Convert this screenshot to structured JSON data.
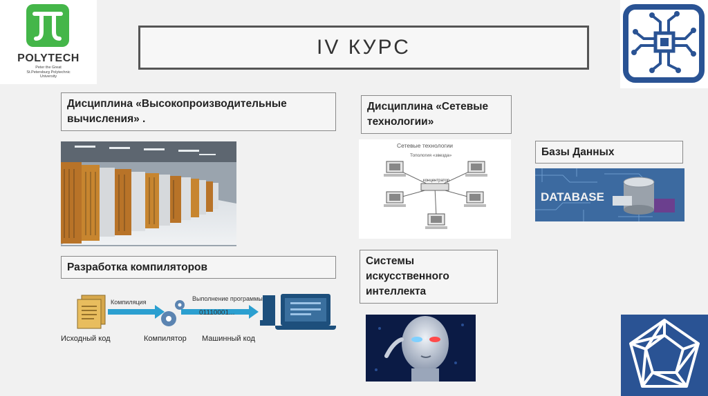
{
  "logo": {
    "name": "POLYTECH",
    "subtitle": "Peter the Great\nSt.Petersburg Polytechnic\nUniversity"
  },
  "title": "IV КУРС",
  "labels": {
    "hpc": "Дисциплина «Высокопроизводительные вычисления» .",
    "net": "Дисциплина «Сетевые технологии»",
    "db": "Базы Данных",
    "compilers": "Разработка компиляторов",
    "ai": "Системы искусственного интеллекта"
  },
  "network_image": {
    "title": "Сетевые технологии",
    "subtitle": "Топология «звезда»",
    "hub": "концентратор"
  },
  "database_image": {
    "text": "DATABASE"
  },
  "compiler_image": {
    "compile": "Компиляция",
    "run": "Выполнение программы",
    "bits": "01110001...",
    "source": "Исходный код",
    "compiler": "Компилятор",
    "machine": "Машинный код"
  },
  "colors": {
    "logo_green": "#44b649",
    "icon_blue": "#2a5394",
    "arrow_teal": "#2b9fd0"
  }
}
